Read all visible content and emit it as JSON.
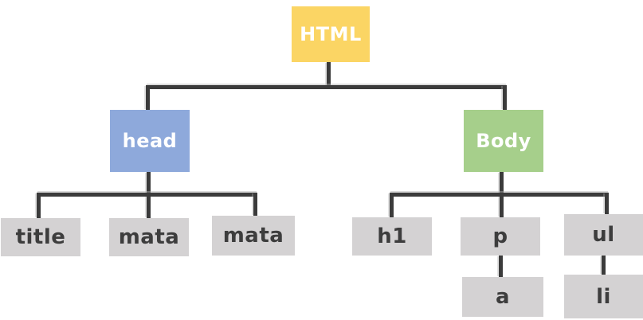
{
  "diagram": {
    "type": "tree",
    "description": "HTML document structure tree",
    "root": "HTML",
    "edges": [
      {
        "from": "HTML",
        "to": "head"
      },
      {
        "from": "HTML",
        "to": "Body"
      },
      {
        "from": "head",
        "to": "title"
      },
      {
        "from": "head",
        "to": "mata"
      },
      {
        "from": "head",
        "to": "mata"
      },
      {
        "from": "Body",
        "to": "h1"
      },
      {
        "from": "Body",
        "to": "p"
      },
      {
        "from": "Body",
        "to": "ul"
      },
      {
        "from": "p",
        "to": "a"
      },
      {
        "from": "ul",
        "to": "li"
      }
    ]
  },
  "nodes": {
    "html": {
      "label": "HTML"
    },
    "head": {
      "label": "head"
    },
    "body": {
      "label": "Body"
    },
    "title": {
      "label": "title"
    },
    "mata1": {
      "label": "mata"
    },
    "mata2": {
      "label": "mata"
    },
    "h1": {
      "label": "h1"
    },
    "p": {
      "label": "p"
    },
    "ul": {
      "label": "ul"
    },
    "a": {
      "label": "a"
    },
    "li": {
      "label": "li"
    }
  },
  "colors": {
    "root-fill": "#FBD564",
    "head-fill": "#8EA9DB",
    "body-fill": "#A6CF8B",
    "leaf-fill": "#D4D2D3",
    "line": "#3B3B3B",
    "branch-text": "#FFFFFF",
    "leaf-text": "#3D3D3D"
  }
}
